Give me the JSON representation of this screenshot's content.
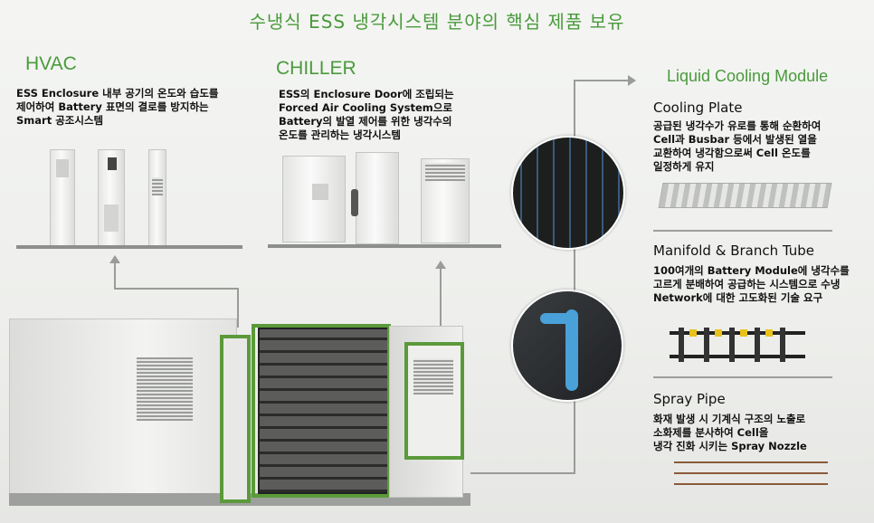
{
  "title": "수냉식 ESS 냉각시스템 분야의 핵심 제품 보유",
  "colors": {
    "accent": "#4a9a3c",
    "title": "#4a9a3c"
  },
  "hvac": {
    "title": "HVAC",
    "desc": [
      "ESS Enclosure 내부 공기의 온도와 습도를",
      "제어하여 Battery 표면의 결로를 방지하는",
      "Smart 공조시스템"
    ]
  },
  "chiller": {
    "title": "CHILLER",
    "desc": [
      "ESS의 Enclosure Door에 조립되는",
      "Forced Air Cooling System으로",
      "Battery의 발열 제어를 위한 냉각수의",
      "온도를 관리하는 냉각시스템"
    ]
  },
  "lcm": {
    "title": "Liquid Cooling Module",
    "cooling_plate": {
      "title": "Cooling Plate",
      "desc": [
        "공급된 냉각수가 유로를 통해  순환하여",
        "Cell과 Busbar 등에서 발생된 열을",
        "교환하여 냉각함으로써 Cell 온도를",
        "일정하게 유지"
      ]
    },
    "manifold": {
      "title": "Manifold & Branch Tube",
      "desc": [
        "100여개의 Battery Module에 냉각수를",
        "고르게 분배하여 공급하는 시스템으로 수냉",
        "Network에 대한 고도화된 기술 요구"
      ]
    },
    "spray": {
      "title": "Spray Pipe",
      "desc": [
        "화재 발생 시 기계식 구조의 노출로",
        "소화제를 분사하여 Cell을",
        "냉각 진화 시키는 Spray Nozzle"
      ]
    }
  }
}
